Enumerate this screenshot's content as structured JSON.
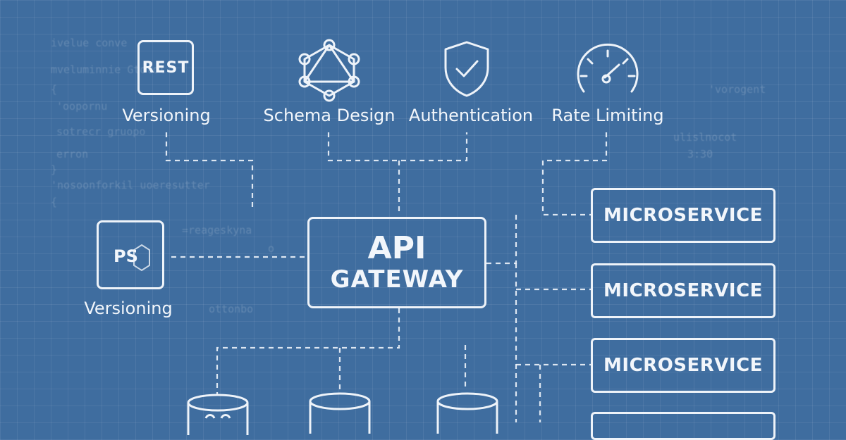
{
  "diagram": {
    "rest_badge": "REST",
    "ps_badge": "PS",
    "labels": {
      "versioning_top": "Versioning",
      "schema_design": "Schema Design",
      "authentication": "Authentication",
      "rate_limiting": "Rate Limiting",
      "versioning_left": "Versioning"
    },
    "gateway": {
      "line1": "API",
      "line2": "GATEWAY"
    },
    "microservices": [
      "MICROSERVICE",
      "MICROSERVICE",
      "MICROSERVICE"
    ],
    "icons": [
      "graph-icon",
      "shield-check-icon",
      "speedometer-icon",
      "database-icon"
    ]
  },
  "background_text": [
    "ivelue conve",
    "mveluminnie Gtotol",
    "{",
    "'oopornu",
    "sotrecr gruopo",
    "erron",
    "}",
    "'nosoonforkil uoeresutter",
    "{",
    "'vorogent",
    "ulislnocot",
    "3:30",
    "=reageskyna",
    "o",
    "ottonbo"
  ],
  "colors": {
    "background": "#3f6d9f",
    "line": "#eef3f9",
    "text": "#f2f6fb"
  }
}
